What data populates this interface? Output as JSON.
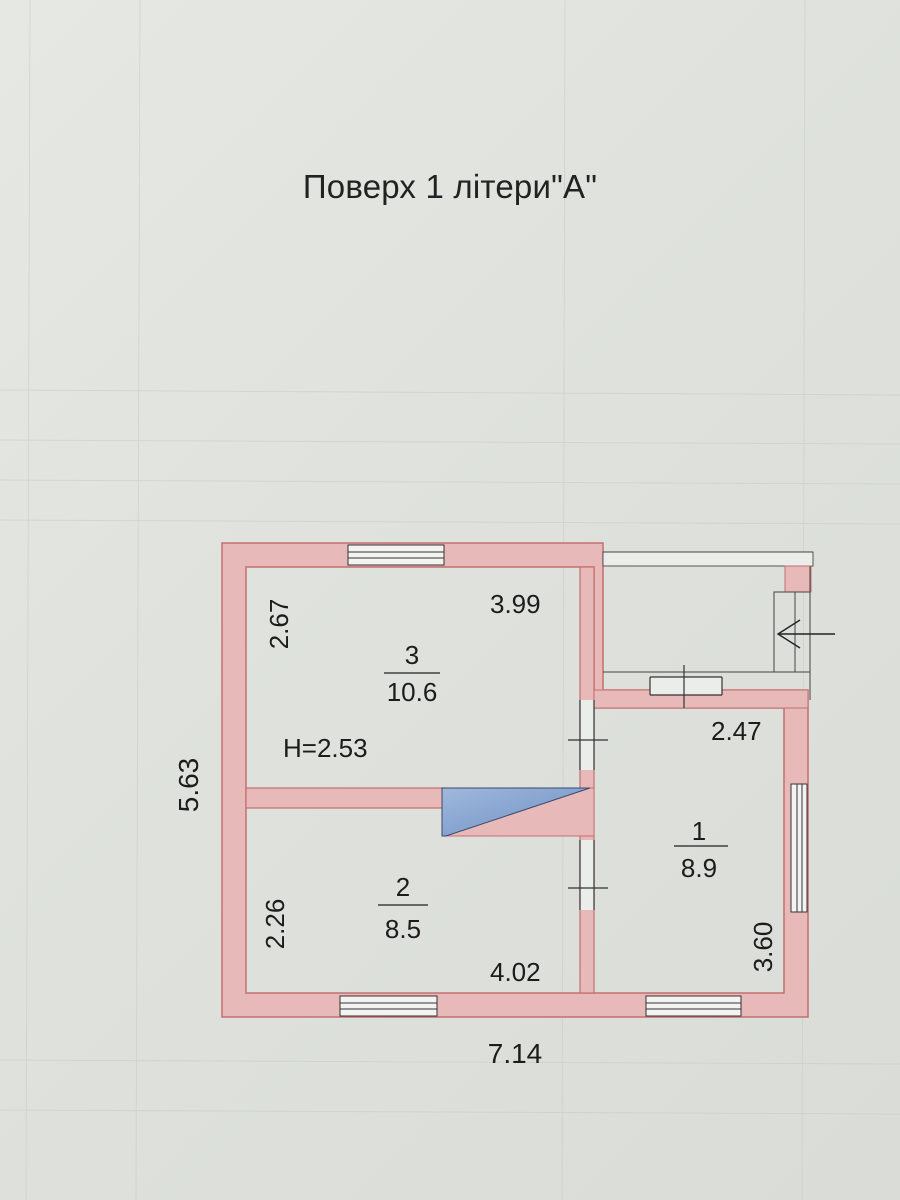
{
  "title": "Поверх 1 літери\"А\"",
  "rooms": [
    {
      "number": "3",
      "area": "10.6"
    },
    {
      "number": "2",
      "area": "8.5"
    },
    {
      "number": "1",
      "area": "8.9"
    }
  ],
  "dimensions": {
    "room3_width": "3.99",
    "room3_depth": "2.67",
    "room2_depth": "2.26",
    "room2_width": "4.02",
    "room1_width": "2.47",
    "room1_depth": "3.60",
    "overall_depth": "5.63",
    "overall_width": "7.14",
    "ceiling_height": "H=2.53"
  },
  "colors": {
    "wall_fill": "#e8b9b9",
    "wall_line": "#c56f6f",
    "stair_blue": "#7f9fcf",
    "background": "#dfe2dd"
  }
}
